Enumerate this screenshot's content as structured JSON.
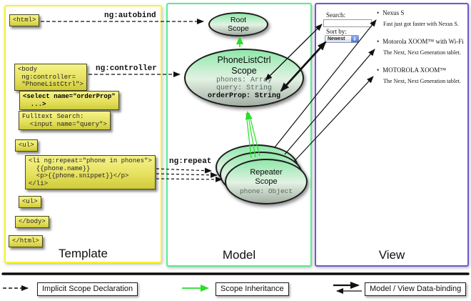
{
  "columns": {
    "template": {
      "title": "Template"
    },
    "model": {
      "title": "Model"
    },
    "view": {
      "title": "View"
    }
  },
  "template": {
    "boxes": {
      "html_open": "<html>",
      "body_open": "<body\n ng:controller=\n \"PhoneListCtrl\">",
      "select": "<select name=\"orderProp\"\n  ...>",
      "fulltext": "Fulltext Search:\n  <input name=\"query\">",
      "ul_open": "<ul>",
      "li_repeat": "<li ng:repeat=\"phone in phones\">\n  {{phone.name}}\n  <p>{{phone.snippet}}</p>\n</li>",
      "ul_close": "<ul>",
      "body_close": "</body>",
      "html_close": "</html>"
    },
    "arrow_labels": {
      "autobind": "ng:autobind",
      "controller": "ng:controller",
      "repeat": "ng:repeat"
    }
  },
  "model": {
    "root_scope": {
      "title": "Root\nScope"
    },
    "phone_list_ctrl": {
      "title": "PhoneListCtrl\nScope",
      "props": [
        {
          "text": "phones: Array"
        },
        {
          "text": "query: String"
        },
        {
          "text": "orderProp: String"
        }
      ]
    },
    "repeater": {
      "title": "Repeater\nScope",
      "prop": "phone: Object"
    }
  },
  "view": {
    "search_label": "Search:",
    "search_value": "",
    "sort_label": "Sort by:",
    "sort_value": "Newest",
    "bullet": "•",
    "items": [
      {
        "title": "Nexus S",
        "desc": "Fast just got faster with Nexus S."
      },
      {
        "title": "Motorola XOOM™ with Wi-Fi",
        "desc": "The Next, Next Generation tablet."
      },
      {
        "title": "MOTOROLA XOOM™",
        "desc": "The Next, Next Generation tablet."
      }
    ]
  },
  "legend": {
    "implicit": "Implicit Scope Declaration",
    "inheritance": "Scope Inheritance",
    "databinding": "Model / View Data-binding"
  },
  "colors": {
    "template_border": "#f5f32a",
    "model_border": "#55ee8e",
    "view_border": "#6a5acd",
    "code_box_yellow": "#e6e160",
    "scope_green": "#8fe7aa",
    "arrow_green": "#2ade2a",
    "arrow_black": "#111111"
  }
}
